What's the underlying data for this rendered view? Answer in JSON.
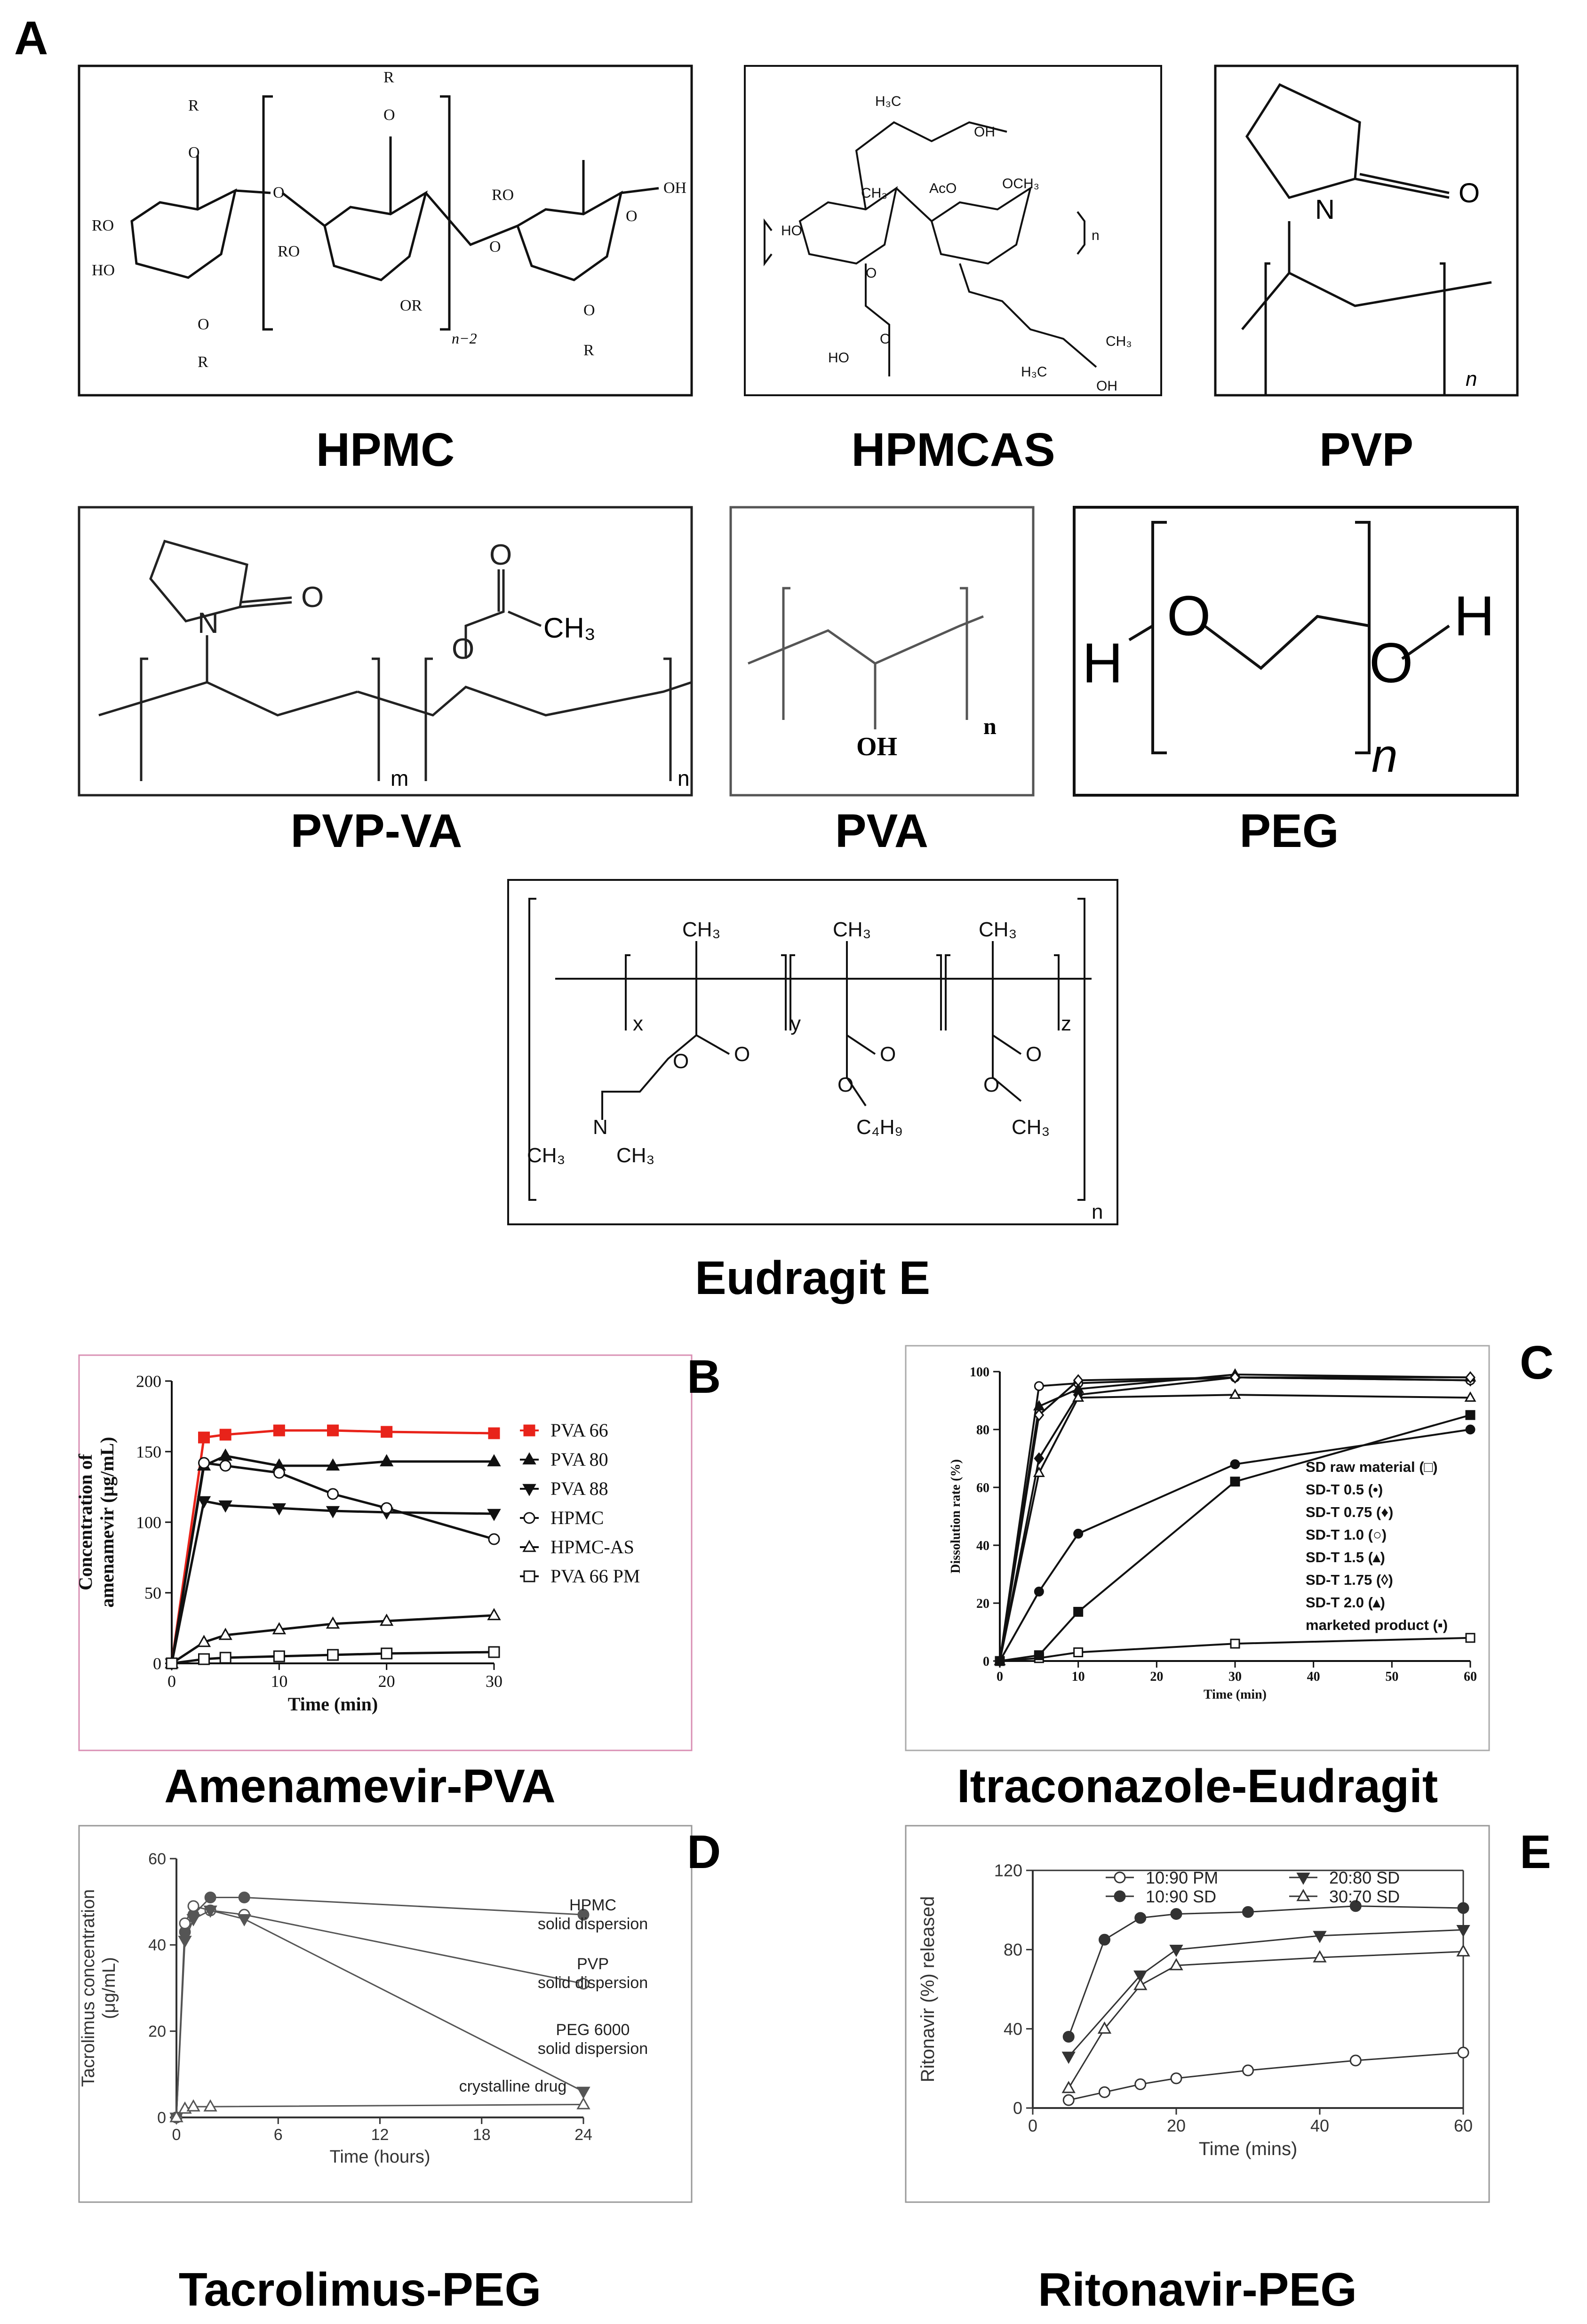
{
  "panel_letters": {
    "a": "A",
    "b": "B",
    "c": "C",
    "d": "D",
    "e": "E"
  },
  "polymers": {
    "hpmc": {
      "name": "HPMC",
      "sub": "n−2"
    },
    "hpmcas": {
      "name": "HPMCAS"
    },
    "pvp": {
      "name": "PVP"
    },
    "pvpva": {
      "name": "PVP-VA",
      "m": "m",
      "n": "n",
      "ch3": "CH₃"
    },
    "pva": {
      "name": "PVA",
      "oh": "OH",
      "n": "n"
    },
    "peg": {
      "name": "PEG",
      "h": "H",
      "o": "O",
      "n": "n"
    },
    "eudragit": {
      "name": "Eudragit E"
    }
  },
  "charts": {
    "b": {
      "caption": "Amenamevir-PVA"
    },
    "c": {
      "caption": "Itraconazole-Eudragit"
    },
    "d": {
      "caption": "Tacrolimus-PEG"
    },
    "e": {
      "caption": "Ritonavir-PEG"
    }
  },
  "colors": {
    "pva66": "#e8231a",
    "ink": "#111111",
    "grey": "#555555",
    "pinkframe": "#d98fb3"
  },
  "chart_data": [
    {
      "id": "B",
      "type": "line",
      "xlabel": "Time (min)",
      "ylabel": "Concentration of amenamevir (μg/mL)",
      "xlim": [
        0,
        30
      ],
      "ylim": [
        0,
        200
      ],
      "xticks": [
        0,
        10,
        20,
        30
      ],
      "yticks": [
        0,
        50,
        100,
        150,
        200
      ],
      "legend_position": "right",
      "series": [
        {
          "name": "PVA 66",
          "marker": "filled-square",
          "color": "#e8231a",
          "x": [
            0,
            3,
            5,
            10,
            15,
            20,
            30
          ],
          "y": [
            0,
            160,
            162,
            165,
            165,
            164,
            163
          ]
        },
        {
          "name": "PVA 80",
          "marker": "filled-triangle-up",
          "x": [
            0,
            3,
            5,
            10,
            15,
            20,
            30
          ],
          "y": [
            0,
            140,
            147,
            140,
            140,
            143,
            143
          ]
        },
        {
          "name": "PVA 88",
          "marker": "filled-triangle-down",
          "x": [
            0,
            3,
            5,
            10,
            15,
            20,
            30
          ],
          "y": [
            0,
            115,
            112,
            110,
            108,
            107,
            106
          ]
        },
        {
          "name": "HPMC",
          "marker": "open-circle",
          "x": [
            0,
            3,
            5,
            10,
            15,
            20,
            30
          ],
          "y": [
            0,
            142,
            140,
            135,
            120,
            110,
            88
          ]
        },
        {
          "name": "HPMC-AS",
          "marker": "open-triangle-up",
          "x": [
            0,
            3,
            5,
            10,
            15,
            20,
            30
          ],
          "y": [
            0,
            15,
            20,
            24,
            28,
            30,
            34
          ]
        },
        {
          "name": "PVA 66 PM",
          "marker": "open-square",
          "x": [
            0,
            3,
            5,
            10,
            15,
            20,
            30
          ],
          "y": [
            0,
            3,
            4,
            5,
            6,
            7,
            8
          ]
        }
      ]
    },
    {
      "id": "C",
      "type": "line",
      "xlabel": "Time (min)",
      "ylabel": "Dissolution rate (%)",
      "xlim": [
        0,
        60
      ],
      "ylim": [
        0,
        100
      ],
      "xticks": [
        0,
        10,
        20,
        30,
        40,
        50,
        60
      ],
      "yticks": [
        0,
        20,
        40,
        60,
        80,
        100
      ],
      "legend_position": "right",
      "series": [
        {
          "name": "SD raw material (□)",
          "marker": "open-square",
          "x": [
            0,
            5,
            10,
            30,
            60
          ],
          "y": [
            0,
            1,
            3,
            6,
            8
          ]
        },
        {
          "name": "SD-T 0.5 (•)",
          "marker": "filled-circle",
          "x": [
            0,
            5,
            10,
            30,
            60
          ],
          "y": [
            0,
            24,
            44,
            68,
            80
          ]
        },
        {
          "name": "SD-T 0.75 (♦)",
          "marker": "filled-diamond",
          "x": [
            0,
            5,
            10,
            30,
            60
          ],
          "y": [
            0,
            70,
            92,
            98,
            97
          ]
        },
        {
          "name": "SD-T 1.0 (○)",
          "marker": "open-circle",
          "x": [
            0,
            5,
            10,
            30,
            60
          ],
          "y": [
            0,
            95,
            96,
            98,
            97
          ]
        },
        {
          "name": "SD-T 1.5 (▴)",
          "marker": "filled-triangle-up",
          "x": [
            0,
            5,
            10,
            30,
            60
          ],
          "y": [
            0,
            88,
            94,
            99,
            98
          ]
        },
        {
          "name": "SD-T 1.75 (◊)",
          "marker": "open-diamond",
          "x": [
            0,
            5,
            10,
            30,
            60
          ],
          "y": [
            0,
            85,
            97,
            98,
            98
          ]
        },
        {
          "name": "SD-T 2.0 (▴)",
          "marker": "open-triangle-up",
          "x": [
            0,
            5,
            10,
            30,
            60
          ],
          "y": [
            0,
            65,
            91,
            92,
            91
          ]
        },
        {
          "name": "marketed product (▪)",
          "marker": "filled-square",
          "x": [
            0,
            5,
            10,
            30,
            60
          ],
          "y": [
            0,
            2,
            17,
            62,
            85
          ]
        }
      ]
    },
    {
      "id": "D",
      "type": "line",
      "xlabel": "Time (hours)",
      "ylabel": "Tacrolimus concentration (μg/mL)",
      "xlim": [
        0,
        24
      ],
      "ylim": [
        0,
        60
      ],
      "xticks": [
        0,
        6,
        12,
        18,
        24
      ],
      "yticks": [
        0,
        20,
        40,
        60
      ],
      "annotations": [
        "HPMC",
        "solid dispersion",
        "PVP",
        "solid dispersion",
        "PEG 6000",
        "solid dispersion",
        "crystalline drug"
      ],
      "series": [
        {
          "name": "HPMC solid dispersion",
          "marker": "filled-circle",
          "x": [
            0,
            0.5,
            1,
            2,
            4,
            24
          ],
          "y": [
            0,
            43,
            47,
            51,
            51,
            47
          ]
        },
        {
          "name": "PVP solid dispersion",
          "marker": "open-circle",
          "x": [
            0,
            0.5,
            1,
            2,
            4,
            24
          ],
          "y": [
            0,
            45,
            49,
            48,
            47,
            31
          ]
        },
        {
          "name": "PEG 6000 solid dispersion",
          "marker": "filled-triangle-down",
          "x": [
            0,
            0.5,
            1,
            2,
            4,
            24
          ],
          "y": [
            0,
            41,
            46,
            48,
            46,
            6
          ]
        },
        {
          "name": "crystalline drug",
          "marker": "open-triangle-up",
          "x": [
            0,
            0.5,
            1,
            2,
            24
          ],
          "y": [
            0,
            2,
            2.5,
            2.5,
            3
          ]
        }
      ]
    },
    {
      "id": "E",
      "type": "line",
      "xlabel": "Time (mins)",
      "ylabel": "Ritonavir (%) released",
      "xlim": [
        0,
        60
      ],
      "ylim": [
        0,
        120
      ],
      "xticks": [
        0,
        20,
        40,
        60
      ],
      "yticks": [
        0,
        40,
        80,
        120
      ],
      "legend_position": "top",
      "series": [
        {
          "name": "10:90 PM",
          "marker": "open-circle",
          "x": [
            5,
            10,
            15,
            20,
            30,
            45,
            60
          ],
          "y": [
            4,
            8,
            12,
            15,
            19,
            24,
            28
          ]
        },
        {
          "name": "10:90 SD",
          "marker": "filled-circle",
          "x": [
            5,
            10,
            15,
            20,
            30,
            45,
            60
          ],
          "y": [
            36,
            85,
            96,
            98,
            99,
            102,
            101
          ]
        },
        {
          "name": "20:80 SD",
          "marker": "filled-triangle-down",
          "x": [
            5,
            15,
            20,
            40,
            60
          ],
          "y": [
            26,
            67,
            80,
            87,
            90
          ]
        },
        {
          "name": "30:70 SD",
          "marker": "open-triangle-up",
          "x": [
            5,
            10,
            15,
            20,
            40,
            60
          ],
          "y": [
            10,
            40,
            62,
            72,
            76,
            79
          ]
        }
      ]
    }
  ]
}
